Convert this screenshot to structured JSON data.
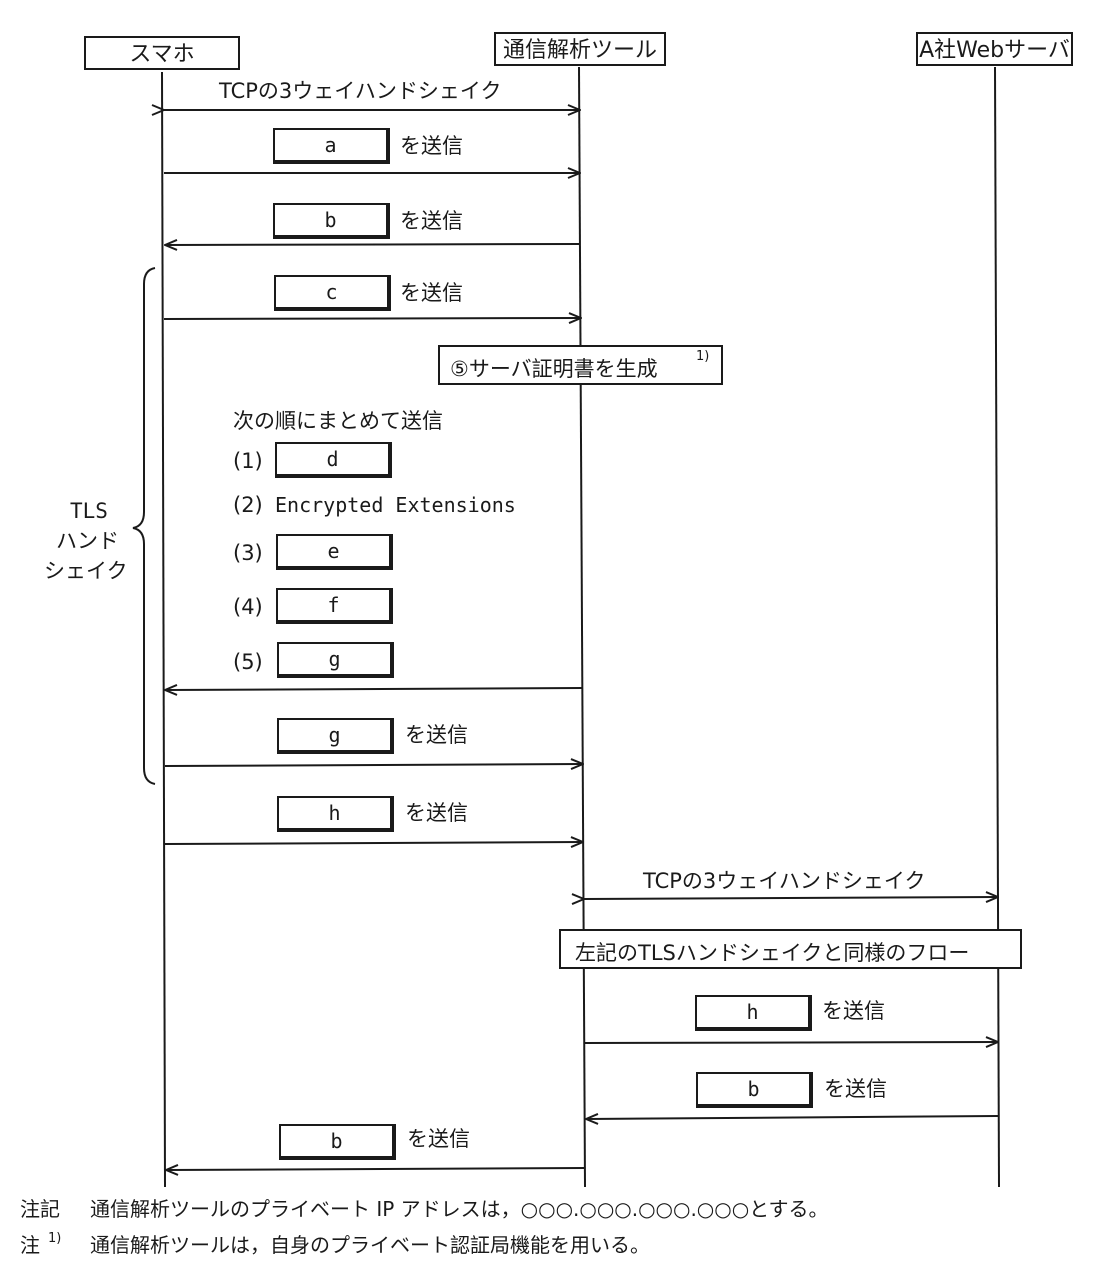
{
  "actors": {
    "phone": "スマホ",
    "tool": "通信解析ツール",
    "server": "A社Webサーバ"
  },
  "messages": {
    "tcp_left": "TCPの3ウェイハンドシェイク",
    "send_suffix": "を送信",
    "a": "a",
    "b": "b",
    "c": "c",
    "gen_cert": "⑤サーバ証明書を生成",
    "gen_cert_note": "1)",
    "bundle_title": "次の順にまとめて送信",
    "n1": "(1)",
    "n2": "(2)",
    "encrypted_ext": "Encrypted Extensions",
    "n3": "(3)",
    "n4": "(4)",
    "n5": "(5)",
    "d": "d",
    "e": "e",
    "f": "f",
    "g": "g",
    "h": "h",
    "tcp_right": "TCPの3ウェイハンドシェイク",
    "same_flow": "左記のTLSハンドシェイクと同様のフロー"
  },
  "brace": {
    "line1": "TLS",
    "line2": "ハンド",
    "line3": "シェイク"
  },
  "notes": {
    "note_label": "注記",
    "note_text": "通信解析ツールのプライベート IP アドレスは，○○○.○○○.○○○.○○○とする。",
    "foot_label": "注",
    "foot_mark": "1)",
    "foot_text": "通信解析ツールは，自身のプライベート認証局機能を用いる。"
  }
}
